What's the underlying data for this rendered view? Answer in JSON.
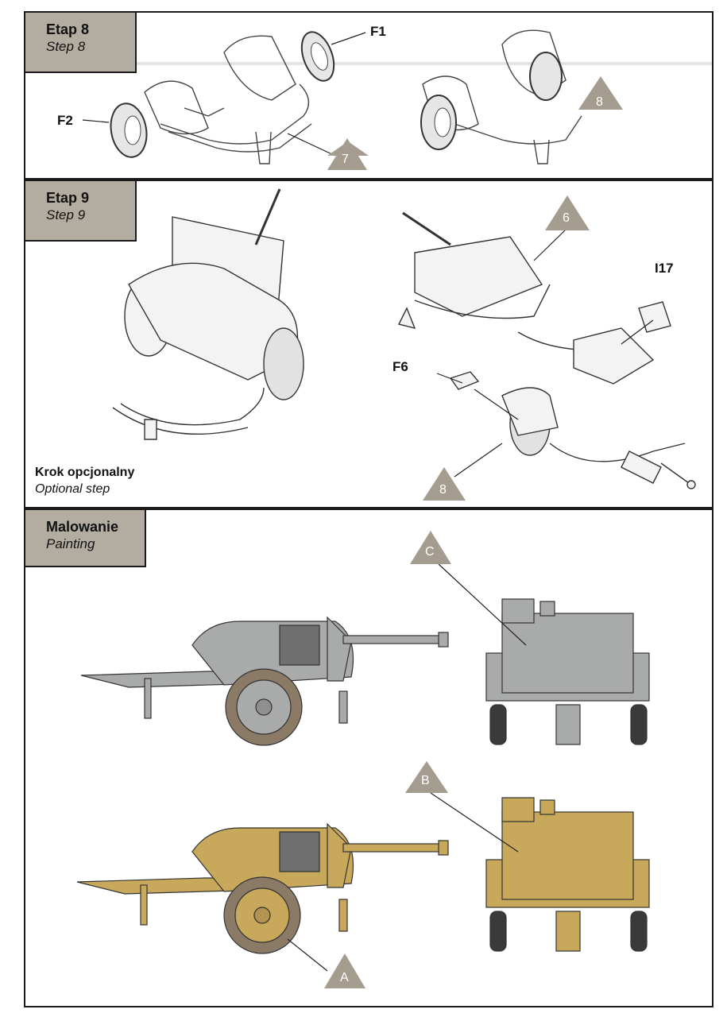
{
  "step8": {
    "title_pl": "Etap 8",
    "title_en": "Step 8",
    "part_f1": "F1",
    "part_f2": "F2",
    "ref_a": "7",
    "ref_b": "8"
  },
  "step9": {
    "title_pl": "Etap 9",
    "title_en": "Step 9",
    "part_i17": "I17",
    "part_f6": "F6",
    "ref_a": "6",
    "ref_b": "8",
    "optional_pl": "Krok opcjonalny",
    "optional_en": "Optional step"
  },
  "painting": {
    "title_pl": "Malowanie",
    "title_en": "Painting",
    "scheme_a": "A",
    "scheme_b": "B",
    "scheme_c": "C",
    "colors": {
      "grey": "#a9abaa",
      "sand": "#c8a85a",
      "tyre": "#8a7a66",
      "header": "#b3aca1",
      "triangle": "#a49c8e"
    }
  }
}
